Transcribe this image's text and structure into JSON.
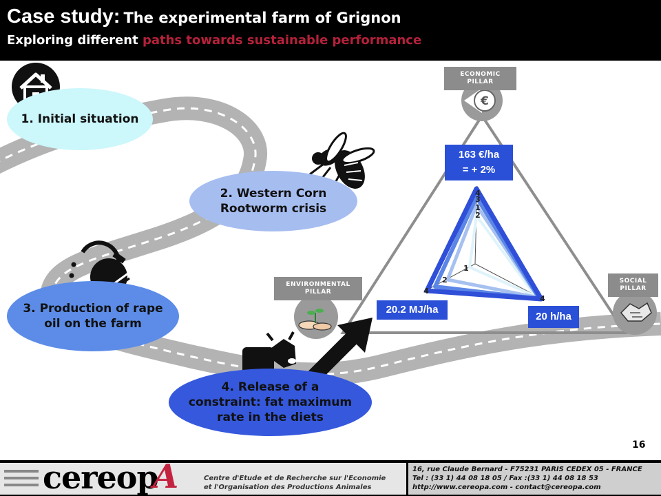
{
  "header": {
    "title_lead": "Case study:",
    "title_rest": "The experimental farm of Grignon",
    "subtitle_lead": "Exploring different",
    "subtitle_highlight": "paths towards sustainable performance"
  },
  "steps": [
    {
      "label": "1. Initial situation",
      "color": "#ccf7fb"
    },
    {
      "label": "2. Western Corn Rootworm crisis",
      "color": "#a6bdf0"
    },
    {
      "label": "3. Production of rape oil on the farm",
      "color": "#5c8ce8"
    },
    {
      "label": "4. Release of a constraint: fat maximum rate in the diets",
      "color": "#3558dd"
    }
  ],
  "icons": {
    "house": "house-icon",
    "insect": "fly-icon",
    "oil_can": "oil-can-icon",
    "cow": "cow-icon",
    "arrow": "arrow-icon",
    "euro": "euro-icon",
    "plant": "hands-plant-icon",
    "social": "handshake-icon"
  },
  "pillars": {
    "economic": "ECONOMIC PILLAR",
    "environmental": "ENVIRONMENTAL PILLAR",
    "social": "SOCIAL PILLAR"
  },
  "radar": {
    "series_colors": [
      "#dff3fb",
      "#a6c1f0",
      "#5b86e6",
      "#2f4fd8"
    ],
    "economic_ranks": [
      "4",
      "3",
      "1",
      "2"
    ],
    "environmental_ranks": [
      "1",
      "2",
      "4"
    ],
    "social_ranks": [
      "4"
    ]
  },
  "values": {
    "economic_line1": "163 €/ha",
    "economic_line2": "= + 2%",
    "environmental": "20.2 MJ/ha",
    "social": "20 h/ha"
  },
  "page_number": "16",
  "footer": {
    "logo_text": "cereop",
    "logo_mark": "A",
    "desc_line1": "Centre d'Etude et de Recherche sur l'Economie",
    "desc_line2": "et l'Organisation des Productions Animales",
    "address_line1": "16, rue Claude Bernard - F75231 PARIS CEDEX 05 - FRANCE",
    "address_line2": "Tel : (33 1) 44 08 18 05 / Fax :(33 1) 44 08 18 53",
    "address_line3": "http://www.cereopa.com - contact@cereopa.com"
  }
}
